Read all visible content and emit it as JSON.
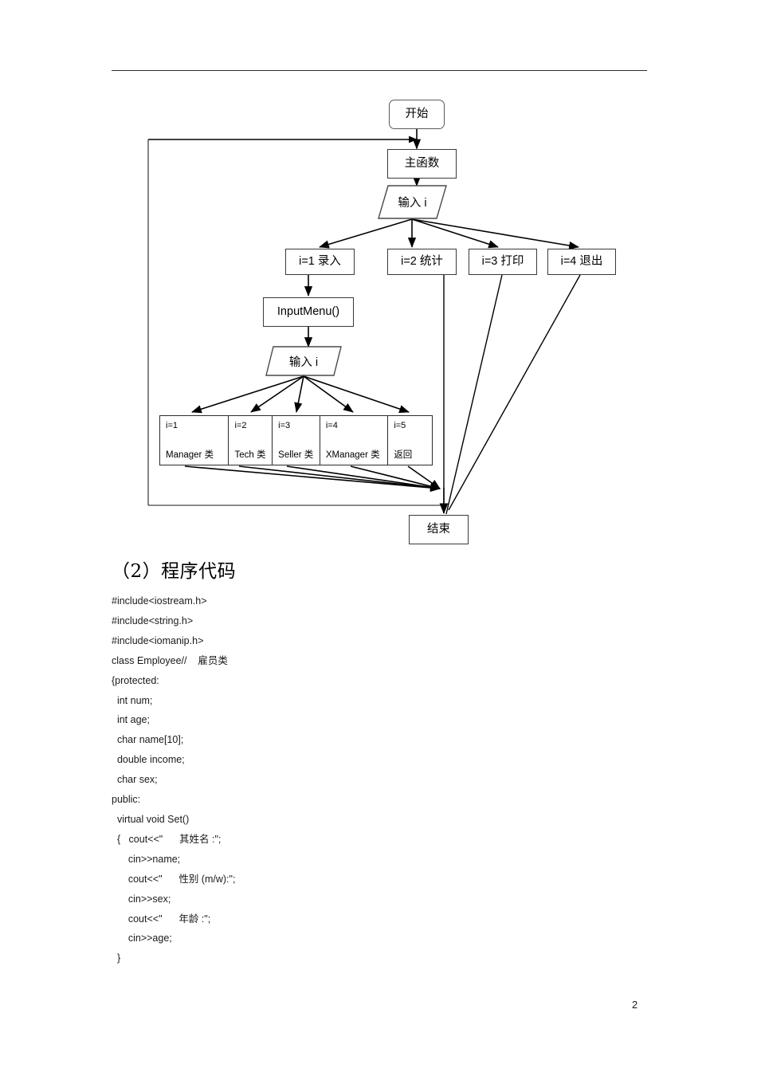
{
  "document": {
    "page_number": "2",
    "section_heading": "（2）程序代码"
  },
  "flowchart": {
    "nodes": {
      "start": "开始",
      "main_function": "主函数",
      "input_i_top": "输入 i",
      "branch_1": "i=1 录入",
      "branch_2": "i=2 统计",
      "branch_3": "i=3 打印",
      "branch_4": "i=4 退出",
      "input_menu": "InputMenu()",
      "input_i_second": "输入 i",
      "end": "结束"
    },
    "submenu": [
      {
        "index": "i=1",
        "name": "Manager 类"
      },
      {
        "index": "i=2",
        "name": "Tech 类"
      },
      {
        "index": "i=3",
        "name": "Seller 类"
      },
      {
        "index": "i=4",
        "name": "XManager 类"
      },
      {
        "index": "i=5",
        "name": "返回"
      }
    ]
  },
  "code": {
    "lines": [
      "#include<iostream.h>",
      "#include<string.h>",
      "#include<iomanip.h>",
      "class Employee//    雇员类",
      "{protected:",
      "  int num;",
      "  int age;",
      "  char name[10];",
      "  double income;",
      "  char sex;",
      "public:",
      "  virtual void Set()",
      "  {   cout<<\"      其姓名 :\";",
      "      cin>>name;",
      "      cout<<\"      性别 (m/w):\";",
      "      cin>>sex;",
      "      cout<<\"      年龄 :\";",
      "      cin>>age;",
      "  }"
    ]
  }
}
